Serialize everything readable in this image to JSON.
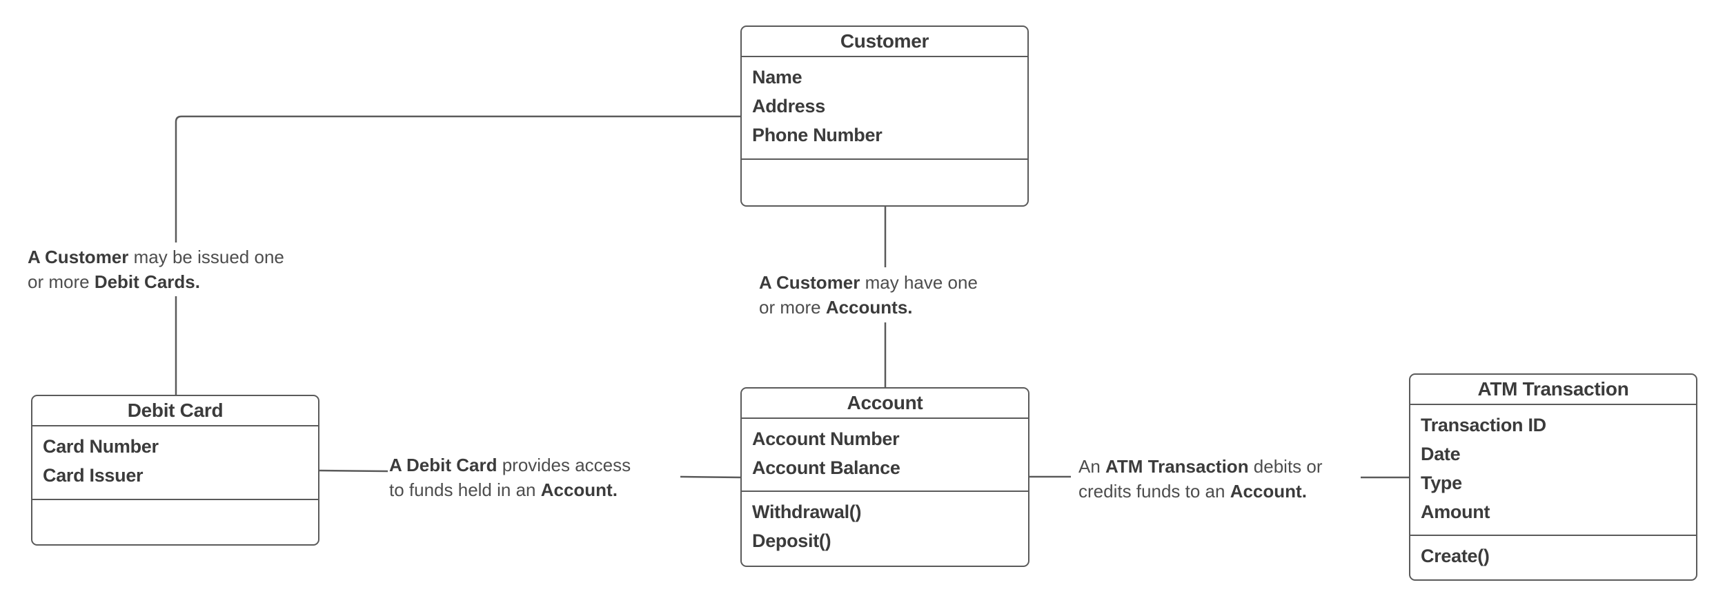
{
  "diagram": {
    "type": "uml-class-diagram",
    "colors": {
      "line": "#5a5a5a",
      "text": "#3b3b3b",
      "annotation_text": "#4d4d4d",
      "background": "#ffffff"
    },
    "classes": [
      {
        "title": "Customer",
        "attributes": [
          "Name",
          "Address",
          "Phone Number"
        ],
        "methods": []
      },
      {
        "title": "Debit Card",
        "attributes": [
          "Card Number",
          "Card Issuer"
        ],
        "methods": []
      },
      {
        "title": "Account",
        "attributes": [
          "Account Number",
          "Account Balance"
        ],
        "methods": [
          "Withdrawal()",
          "Deposit()"
        ]
      },
      {
        "title": "ATM Transaction",
        "attributes": [
          "Transaction ID",
          "Date",
          "Type",
          "Amount"
        ],
        "methods": [
          "Create()"
        ]
      }
    ],
    "annotations": [
      {
        "id": "customer-debitcard",
        "lines": [
          [
            {
              "t": "A Customer",
              "b": true
            },
            {
              "t": " may be issued one",
              "b": false
            }
          ],
          [
            {
              "t": "or more ",
              "b": false
            },
            {
              "t": "Debit Cards.",
              "b": true
            }
          ]
        ]
      },
      {
        "id": "customer-account",
        "lines": [
          [
            {
              "t": "A Customer",
              "b": true
            },
            {
              "t": " may have one",
              "b": false
            }
          ],
          [
            {
              "t": "or more ",
              "b": false
            },
            {
              "t": "Accounts.",
              "b": true
            }
          ]
        ]
      },
      {
        "id": "debitcard-account",
        "lines": [
          [
            {
              "t": "A Debit Card",
              "b": true
            },
            {
              "t": " provides access",
              "b": false
            }
          ],
          [
            {
              "t": "to funds held in an ",
              "b": false
            },
            {
              "t": "Account.",
              "b": true
            }
          ]
        ]
      },
      {
        "id": "atm-account",
        "lines": [
          [
            {
              "t": "An ",
              "b": false
            },
            {
              "t": "ATM Transaction",
              "b": true
            },
            {
              "t": " debits or",
              "b": false
            }
          ],
          [
            {
              "t": "credits funds to an ",
              "b": false
            },
            {
              "t": "Account.",
              "b": true
            }
          ]
        ]
      }
    ],
    "relationships": [
      {
        "from": "Customer",
        "to": "Debit Card"
      },
      {
        "from": "Customer",
        "to": "Account"
      },
      {
        "from": "Debit Card",
        "to": "Account"
      },
      {
        "from": "Account",
        "to": "ATM Transaction"
      }
    ]
  }
}
